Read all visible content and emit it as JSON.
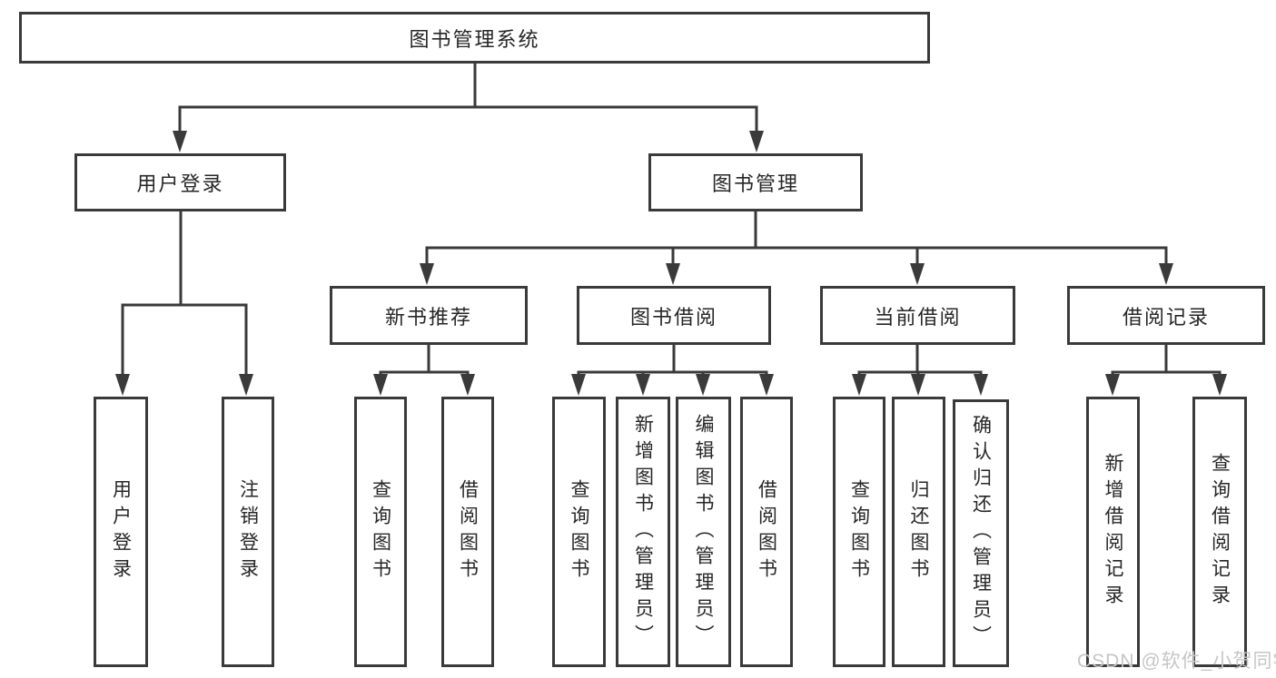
{
  "colors": {
    "line": "#3a3a3a",
    "text": "#262626",
    "watermark": "#c6c6c6",
    "background": "#ffffff"
  },
  "tree": {
    "root": {
      "label": "图书管理系统"
    },
    "branches": [
      {
        "label": "用户登录",
        "children": [
          {
            "label": "用户登录"
          },
          {
            "label": "注销登录"
          }
        ]
      },
      {
        "label": "图书管理",
        "children": [
          {
            "label": "新书推荐",
            "children": [
              {
                "label": "查询图书"
              },
              {
                "label": "借阅图书"
              }
            ]
          },
          {
            "label": "图书借阅",
            "children": [
              {
                "label": "查询图书"
              },
              {
                "label": "新增图书（管理员）"
              },
              {
                "label": "编辑图书（管理员）"
              },
              {
                "label": "借阅图书"
              }
            ]
          },
          {
            "label": "当前借阅",
            "children": [
              {
                "label": "查询图书"
              },
              {
                "label": "归还图书"
              },
              {
                "label": "确认归还（管理员）"
              }
            ]
          },
          {
            "label": "借阅记录",
            "children": [
              {
                "label": "新增借阅记录"
              },
              {
                "label": "查询借阅记录"
              }
            ]
          }
        ]
      }
    ]
  },
  "watermark": {
    "text": "CSDN @软件_小贺同学"
  }
}
